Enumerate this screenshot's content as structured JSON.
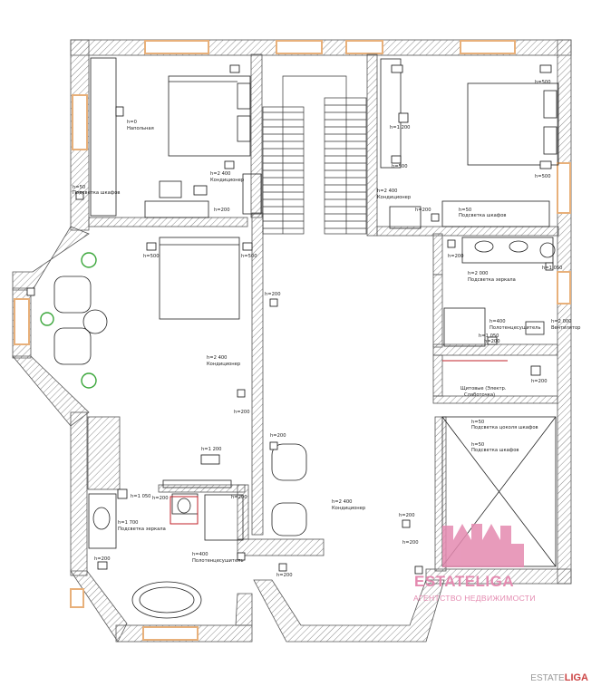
{
  "watermark": {
    "name": "ESTATELIGA",
    "subtitle": "АГЕНТСТВО НЕДВИЖИМОСТИ",
    "corner_prefix": "ESTATE",
    "corner_suffix": "LIGA",
    "color": "#e48ab0"
  },
  "colors": {
    "wall": "#7a7a7a",
    "window": "#e8b07a",
    "plants": "#3aa63a",
    "accent": "#c0202a"
  },
  "labels": {
    "l1": "h=0",
    "l2": "Напольная",
    "l3": "h=2 400",
    "l4": "Кондиционер",
    "l5": "h=50",
    "l6": "Подсветка шкафов",
    "l7": "h=200",
    "l8": "h=500",
    "l9": "h=500",
    "l10": "h=1 200",
    "l11": "h=500",
    "l12": "h=2 400",
    "l13": "Кондиционер",
    "l14": "h=200",
    "l15": "h=50",
    "l16": "Подсветка шкафов",
    "l17": "h=500",
    "l18": "h=500",
    "l19": "h=1 050",
    "l20": "h=2 000",
    "l21": "Подсветка зеркала",
    "l22": "h=200",
    "l23": "h=2 400",
    "l24": "Кондиционер",
    "l25": "h=200",
    "l26": "h=400",
    "l27": "Полотенцесушитель",
    "l28": "h=2 000",
    "l29": "Вентилятор",
    "l30": "h=200",
    "l31": "h=200",
    "l32": "Щитовые (Электр.",
    "l33": "Слаботочка)",
    "l34": "h=50",
    "l35": "Подсветка цоколя шкафов",
    "l36": "h=50",
    "l37": "Подсветка шкафов",
    "l38": "h=1 200",
    "l39": "h=200",
    "l40": "h=1 050",
    "l41": "h=200",
    "l42": "h=1 700",
    "l43": "Подсветка зеркала",
    "l44": "h=200",
    "l45": "h=200",
    "l46": "h=2 400",
    "l47": "Кондиционер",
    "l48": "h=200",
    "l49": "h=400",
    "l50": "Полотенцесушитель",
    "l51": "h=200",
    "l52": "h=200",
    "l53": "h=1 050",
    "l54": "h=200"
  }
}
